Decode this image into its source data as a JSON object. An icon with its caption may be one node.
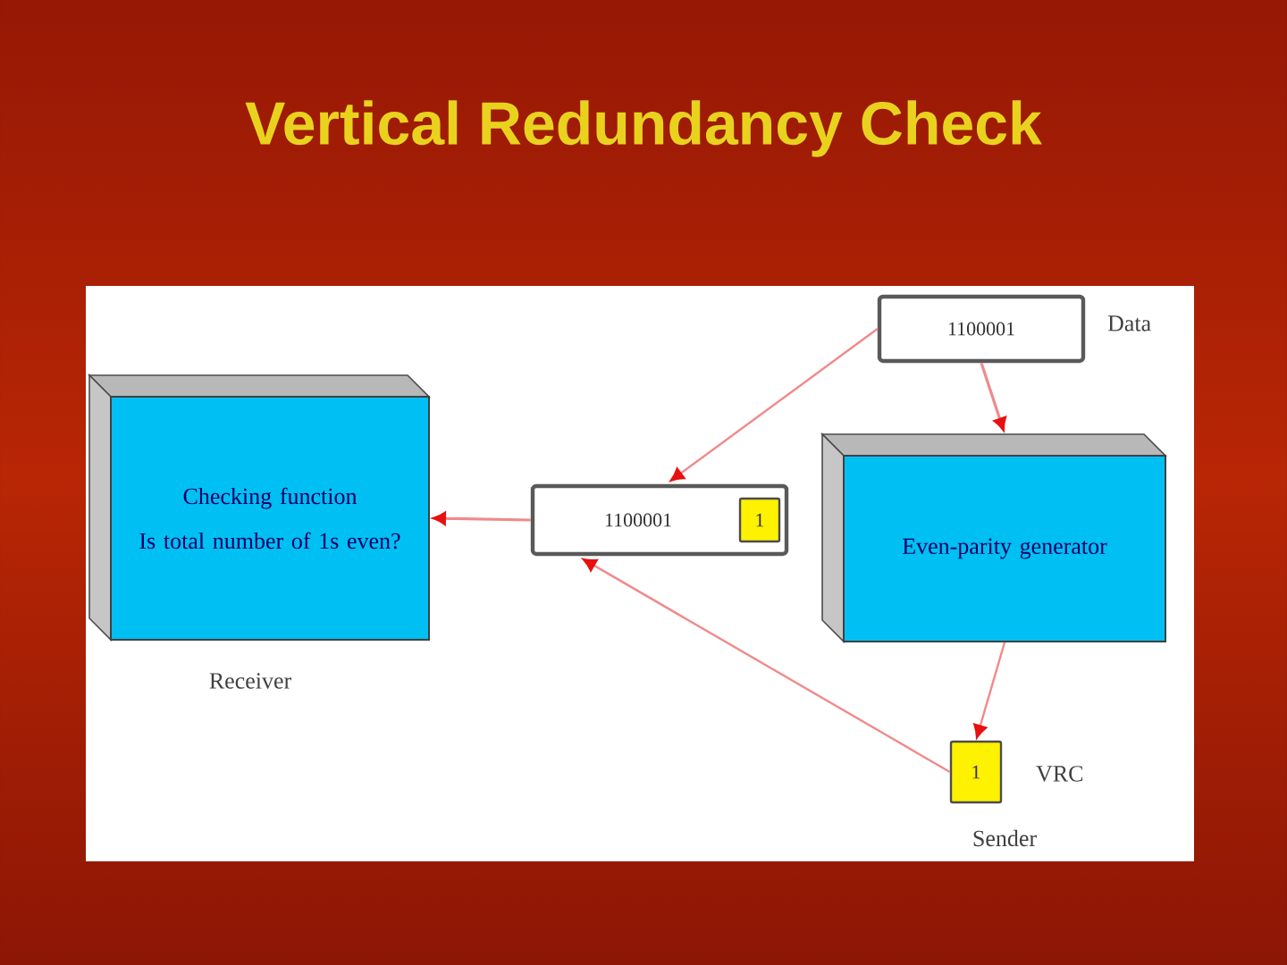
{
  "diagram": {
    "title": "Vertical Redundancy Check",
    "nodes": [
      {
        "text": [
          "Checking function",
          "Is total number of 1s even?"
        ],
        "beside": [
          "Receiver"
        ]
      },
      {
        "text": [
          "1100001"
        ]
      },
      {
        "text": [
          "1"
        ],
        "in": 1
      },
      {
        "text": [
          "1100001"
        ],
        "beside": [
          "Data"
        ]
      },
      {
        "text": [
          "Even-parity generator"
        ]
      },
      {
        "text": [
          "1"
        ],
        "beside": [
          "VRC",
          "Sender"
        ]
      }
    ],
    "edges": [
      {
        "from": 3,
        "to": 1,
        "arrow": "to"
      },
      {
        "from": 3,
        "to": 4,
        "arrow": "to"
      },
      {
        "from": 4,
        "to": 5,
        "arrow": "to"
      },
      {
        "from": 5,
        "to": 1,
        "arrow": "to"
      },
      {
        "from": 1,
        "to": 0,
        "arrow": "to"
      }
    ]
  }
}
